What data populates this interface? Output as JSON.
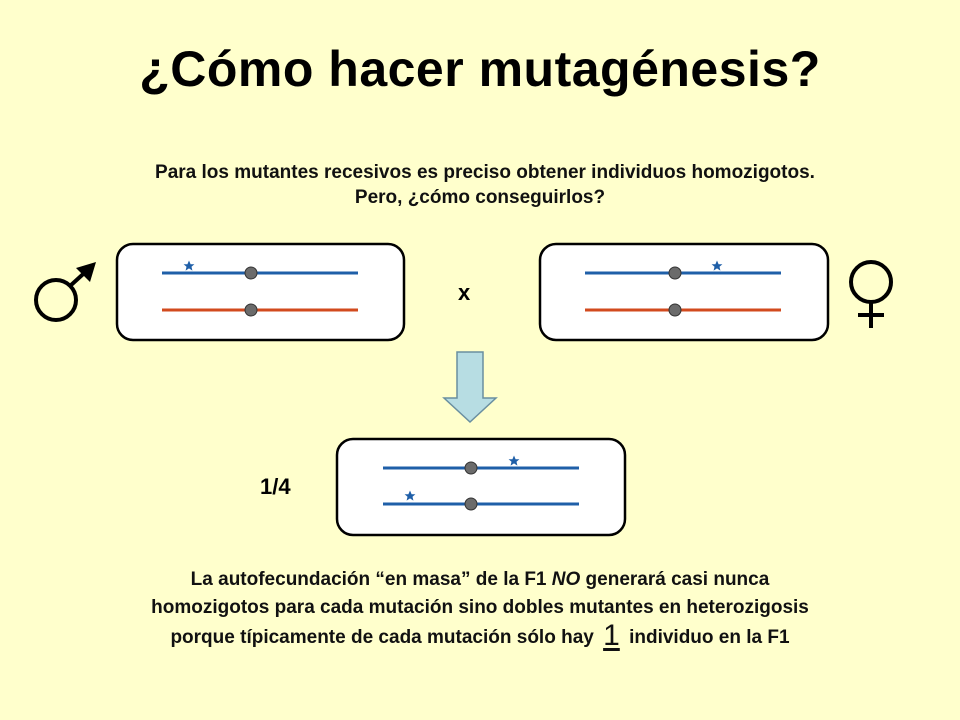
{
  "title": "¿Cómo hacer mutagénesis?",
  "intro": {
    "line1": "Para los mutantes recesivos es preciso obtener individuos homozigotos.",
    "line2": "Pero, ¿cómo conseguirlos?"
  },
  "cross_symbol": "x",
  "offspring_fraction": "1/4",
  "conclusion": {
    "line1_a": "La autofecundación “en masa” de la F1 ",
    "line1_em": "NO",
    "line1_b": " generará casi nunca",
    "line2": "homozigotos para cada mutación sino dobles mutantes en heterozigosis",
    "line3_a": "porque típicamente de cada mutación sólo hay ",
    "line3_num": "1",
    "line3_b": " individuo en la F1"
  },
  "colors": {
    "background": "#ffffcc",
    "chromosome_blue": "#1f5fa8",
    "chromosome_red": "#d24a1e",
    "centromere": "#6b6b6b",
    "mutation_star": "#1f5fa8",
    "arrow_fill": "#b7dde3",
    "arrow_stroke": "#6a8fa0"
  },
  "icons": {
    "male": "male-symbol-icon",
    "female": "female-symbol-icon",
    "mutation": "star-icon",
    "flow": "down-arrow-icon"
  }
}
